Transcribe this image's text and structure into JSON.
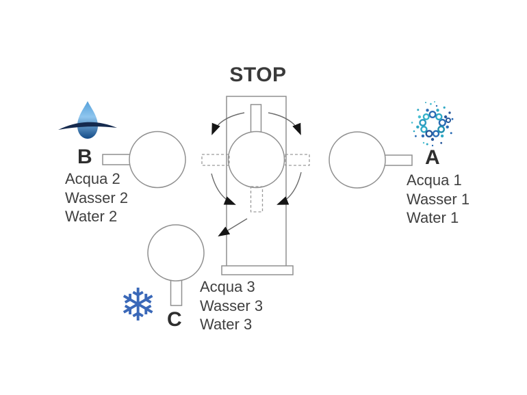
{
  "diagram": {
    "title": "STOP",
    "positions": [
      {
        "id": "A",
        "letter": "A",
        "water_type": "sparkling-water",
        "labels": [
          "Acqua 1",
          "Wasser 1",
          "Water 1"
        ]
      },
      {
        "id": "B",
        "letter": "B",
        "water_type": "still-water",
        "labels": [
          "Acqua 2",
          "Wasser 2",
          "Water 2"
        ]
      },
      {
        "id": "C",
        "letter": "C",
        "water_type": "cold-water",
        "labels": [
          "Acqua 3",
          "Wasser 3",
          "Water 3"
        ]
      }
    ],
    "icons": {
      "still_water_icon": "water-drop-with-wave-swoosh",
      "sparkling_water_icon": "ring-of-carbonation-bubbles",
      "cold_water_icon": "snowflake",
      "snowflake_glyph": "❄"
    },
    "colors": {
      "line": "#8f8f8f",
      "dashed_line": "#9a9a9a",
      "arrow_arc": "#6a6a6a",
      "arrowhead": "#151515",
      "text": "#3f3f3f",
      "snowflake": "#3a68b8",
      "drop_light": "#8fc6ee",
      "drop_dark": "#134a86",
      "swoosh_navy": "#152a4e",
      "bubble_teal": "#2fa9c4",
      "bubble_blue": "#2a6cb4"
    }
  }
}
